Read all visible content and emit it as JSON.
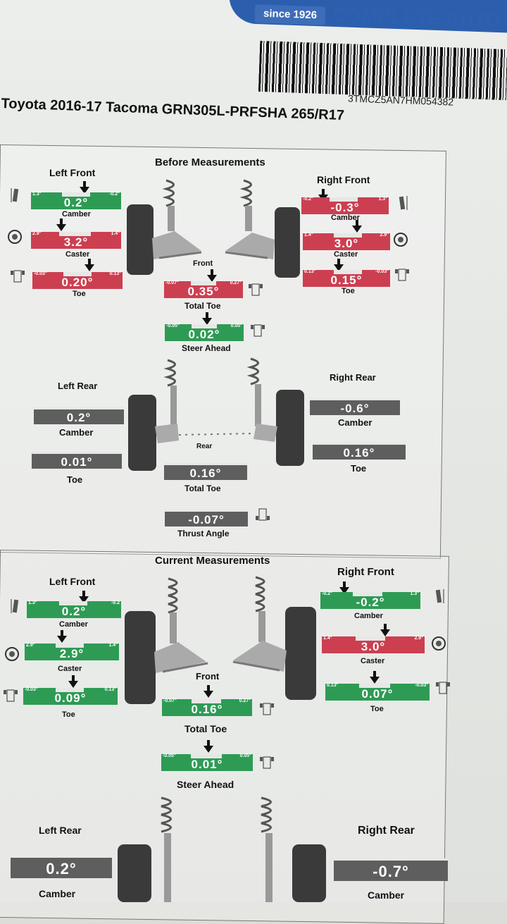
{
  "header": {
    "since": "since 1926",
    "brand": "COMPLETE AUTO",
    "vin": "3TMCZ5AN7HM054382",
    "vehicle": "Toyota 2016-17 Tacoma GRN305L-PRFSHA 265/R17"
  },
  "before": {
    "title": "Before Measurements",
    "left_front": {
      "label": "Left Front",
      "camber": {
        "value": "0.2°",
        "name": "Camber",
        "lo": "1.3°",
        "hi": "-0.2°"
      },
      "caster": {
        "value": "3.2°",
        "name": "Caster",
        "lo": "2.9°",
        "hi": "1.4°"
      },
      "toe": {
        "value": "0.20°",
        "name": "Toe",
        "lo": "-0.03°",
        "hi": "0.13°"
      }
    },
    "right_front": {
      "label": "Right Front",
      "camber": {
        "value": "-0.3°",
        "name": "Camber",
        "lo": "-0.2°",
        "hi": "1.3°"
      },
      "caster": {
        "value": "3.0°",
        "name": "Caster",
        "lo": "1.4°",
        "hi": "2.9°"
      },
      "toe": {
        "value": "0.15°",
        "name": "Toe",
        "lo": "0.13°",
        "hi": "-0.03°"
      }
    },
    "front_label": "Front",
    "total_toe": {
      "value": "0.35°",
      "name": "Total Toe",
      "lo": "-0.07°",
      "hi": "0.27°"
    },
    "steer_ahead": {
      "value": "0.02°",
      "name": "Steer Ahead",
      "lo": "-0.05°",
      "hi": "0.05°"
    },
    "left_rear": {
      "label": "Left Rear",
      "camber": {
        "value": "0.2°",
        "name": "Camber"
      },
      "toe": {
        "value": "0.01°",
        "name": "Toe"
      }
    },
    "right_rear": {
      "label": "Right Rear",
      "camber": {
        "value": "-0.6°",
        "name": "Camber"
      },
      "toe": {
        "value": "0.16°",
        "name": "Toe"
      }
    },
    "rear_label": "Rear",
    "rear_total_toe": {
      "value": "0.16°",
      "name": "Total Toe"
    },
    "thrust_angle": {
      "value": "-0.07°",
      "name": "Thrust Angle"
    }
  },
  "current": {
    "title": "Current Measurements",
    "left_front": {
      "label": "Left Front",
      "camber": {
        "value": "0.2°",
        "name": "Camber",
        "lo": "1.3°",
        "hi": "-0.2"
      },
      "caster": {
        "value": "2.9°",
        "name": "Caster",
        "lo": "2.9°",
        "hi": "1.4°"
      },
      "toe": {
        "value": "0.09°",
        "name": "Toe",
        "lo": "-0.03°",
        "hi": "0.13°"
      }
    },
    "right_front": {
      "label": "Right Front",
      "camber": {
        "value": "-0.2°",
        "name": "Camber",
        "lo": "-0.2°",
        "hi": "1.3°"
      },
      "caster": {
        "value": "3.0°",
        "name": "Caster",
        "lo": "1.4°",
        "hi": "2.9°"
      },
      "toe": {
        "value": "0.07°",
        "name": "Toe",
        "lo": "0.13°",
        "hi": "-0.03°"
      }
    },
    "front_label": "Front",
    "total_toe": {
      "value": "0.16°",
      "name": "Total Toe",
      "lo": "-0.07°",
      "hi": "0.27°"
    },
    "steer_ahead": {
      "value": "0.01°",
      "name": "Steer Ahead",
      "lo": "-0.05°",
      "hi": "0.05°"
    },
    "left_rear": {
      "label": "Left Rear",
      "camber": {
        "value": "0.2°",
        "name": "Camber"
      }
    },
    "right_rear": {
      "label": "Right Rear",
      "camber": {
        "value": "-0.7°",
        "name": "Camber"
      }
    }
  },
  "colors": {
    "in_spec": "#2e9b55",
    "out_of_spec": "#cc3f51",
    "no_spec": "#5e5e5e"
  }
}
